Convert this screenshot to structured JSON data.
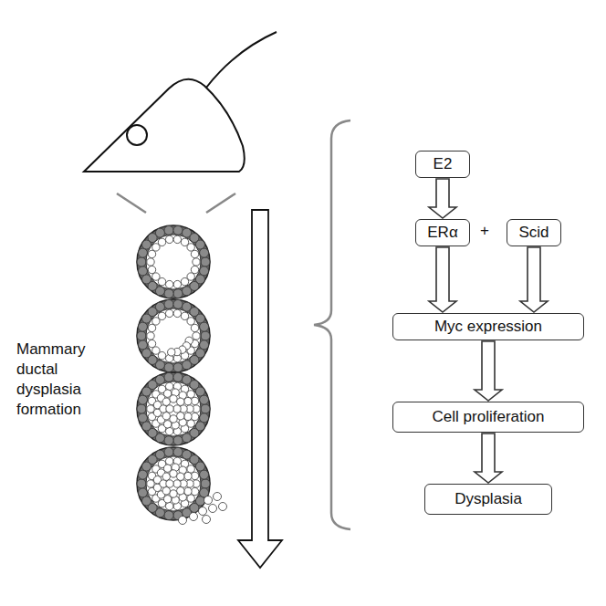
{
  "diagram": {
    "nodes": [
      {
        "text": [
          "E2"
        ]
      },
      {
        "text": [
          "ERα"
        ]
      },
      {
        "text": [
          "Scid"
        ]
      },
      {
        "text": [
          "Myc expression"
        ]
      },
      {
        "text": [
          "Cell proliferation"
        ]
      },
      {
        "text": [
          "Dysplasia"
        ]
      }
    ],
    "edges": [
      {
        "from": 0,
        "to": 1,
        "arrow": "to"
      },
      {
        "from": 1,
        "to": 3,
        "arrow": "to"
      },
      {
        "from": 2,
        "to": 3,
        "arrow": "to"
      },
      {
        "from": 3,
        "to": 4,
        "arrow": "to"
      },
      {
        "from": 4,
        "to": 5,
        "arrow": "to"
      }
    ],
    "labels": [
      "+",
      "Mammary ductal dysplasia formation"
    ]
  }
}
